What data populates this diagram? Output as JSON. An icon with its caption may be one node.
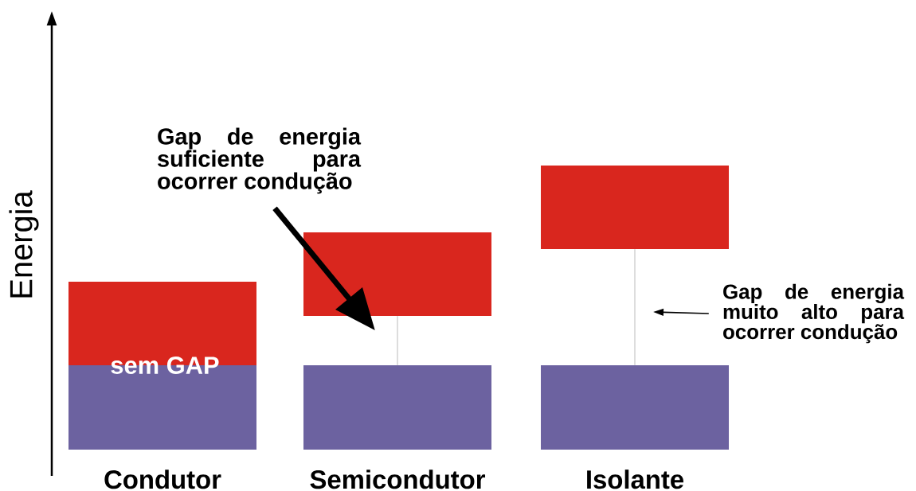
{
  "diagram": {
    "nodes": [
      {
        "text": [],
        "shape": "box"
      },
      {
        "text": [],
        "shape": "box",
        "beside": [
          "Condutor"
        ]
      },
      {
        "text": [
          "Gap de energia suficiente para ocorrer condução"
        ]
      },
      {
        "text": [],
        "shape": "box"
      },
      {
        "text": [],
        "shape": "box",
        "beside": [
          "Semicondutor"
        ]
      },
      {
        "text": [],
        "shape": "box"
      },
      {
        "text": [
          "Gap de energia muito alto para ocorrer condução"
        ]
      },
      {
        "text": [],
        "shape": "box",
        "beside": [
          "Isolante"
        ]
      }
    ],
    "edges": [
      {
        "from": 2,
        "to": 3,
        "arrow": "to",
        "style": "thick"
      },
      {
        "from": 3,
        "to": 4,
        "arrow": "none",
        "color": "#aaaaaa"
      },
      {
        "from": 5,
        "to": 7,
        "arrow": "none",
        "color": "#aaaaaa"
      },
      {
        "from": 6,
        "to": null,
        "arrow": "to"
      }
    ],
    "labels": [
      "Energia",
      "sem GAP"
    ]
  }
}
